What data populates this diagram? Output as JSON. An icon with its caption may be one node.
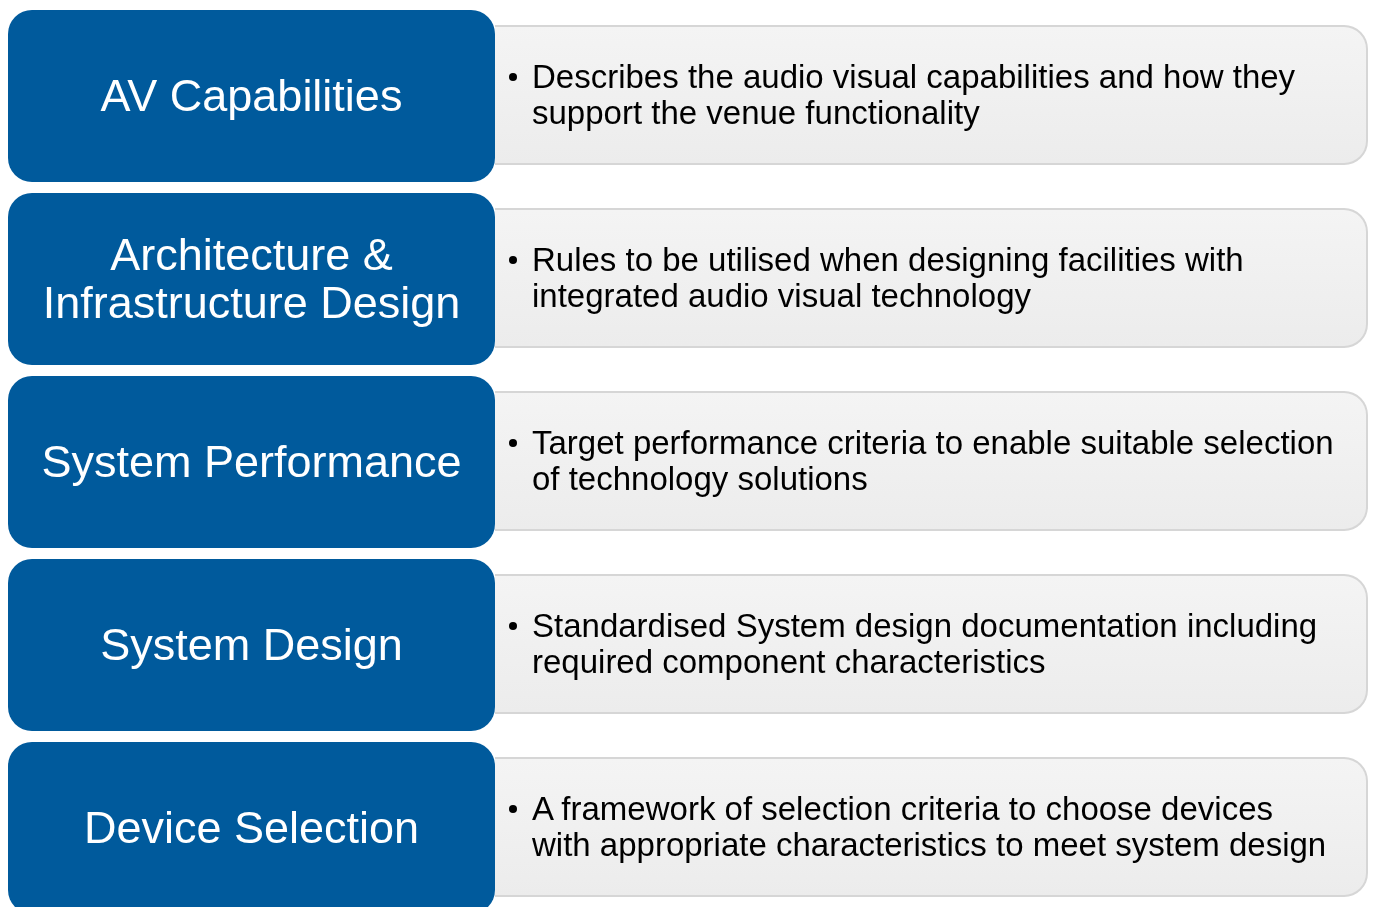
{
  "diagram": {
    "nodes": [
      {
        "text": [
          "AV Capabilities"
        ]
      },
      {
        "text": [
          "Describes the audio visual capabilities and how they support the venue functionality"
        ]
      },
      {
        "text": [
          "Architecture & Infrastructure Design"
        ]
      },
      {
        "text": [
          "Rules to be utilised when designing facilities with integrated audio visual technology"
        ]
      },
      {
        "text": [
          "System Performance"
        ]
      },
      {
        "text": [
          "Target performance criteria to enable suitable selection of technology solutions"
        ]
      },
      {
        "text": [
          "System Design"
        ]
      },
      {
        "text": [
          "Standardised System design documentation including required component characteristics"
        ]
      },
      {
        "text": [
          "Device Selection"
        ]
      },
      {
        "text": [
          "A framework of selection criteria to choose devices with appropriate characteristics to meet system design"
        ]
      }
    ]
  }
}
